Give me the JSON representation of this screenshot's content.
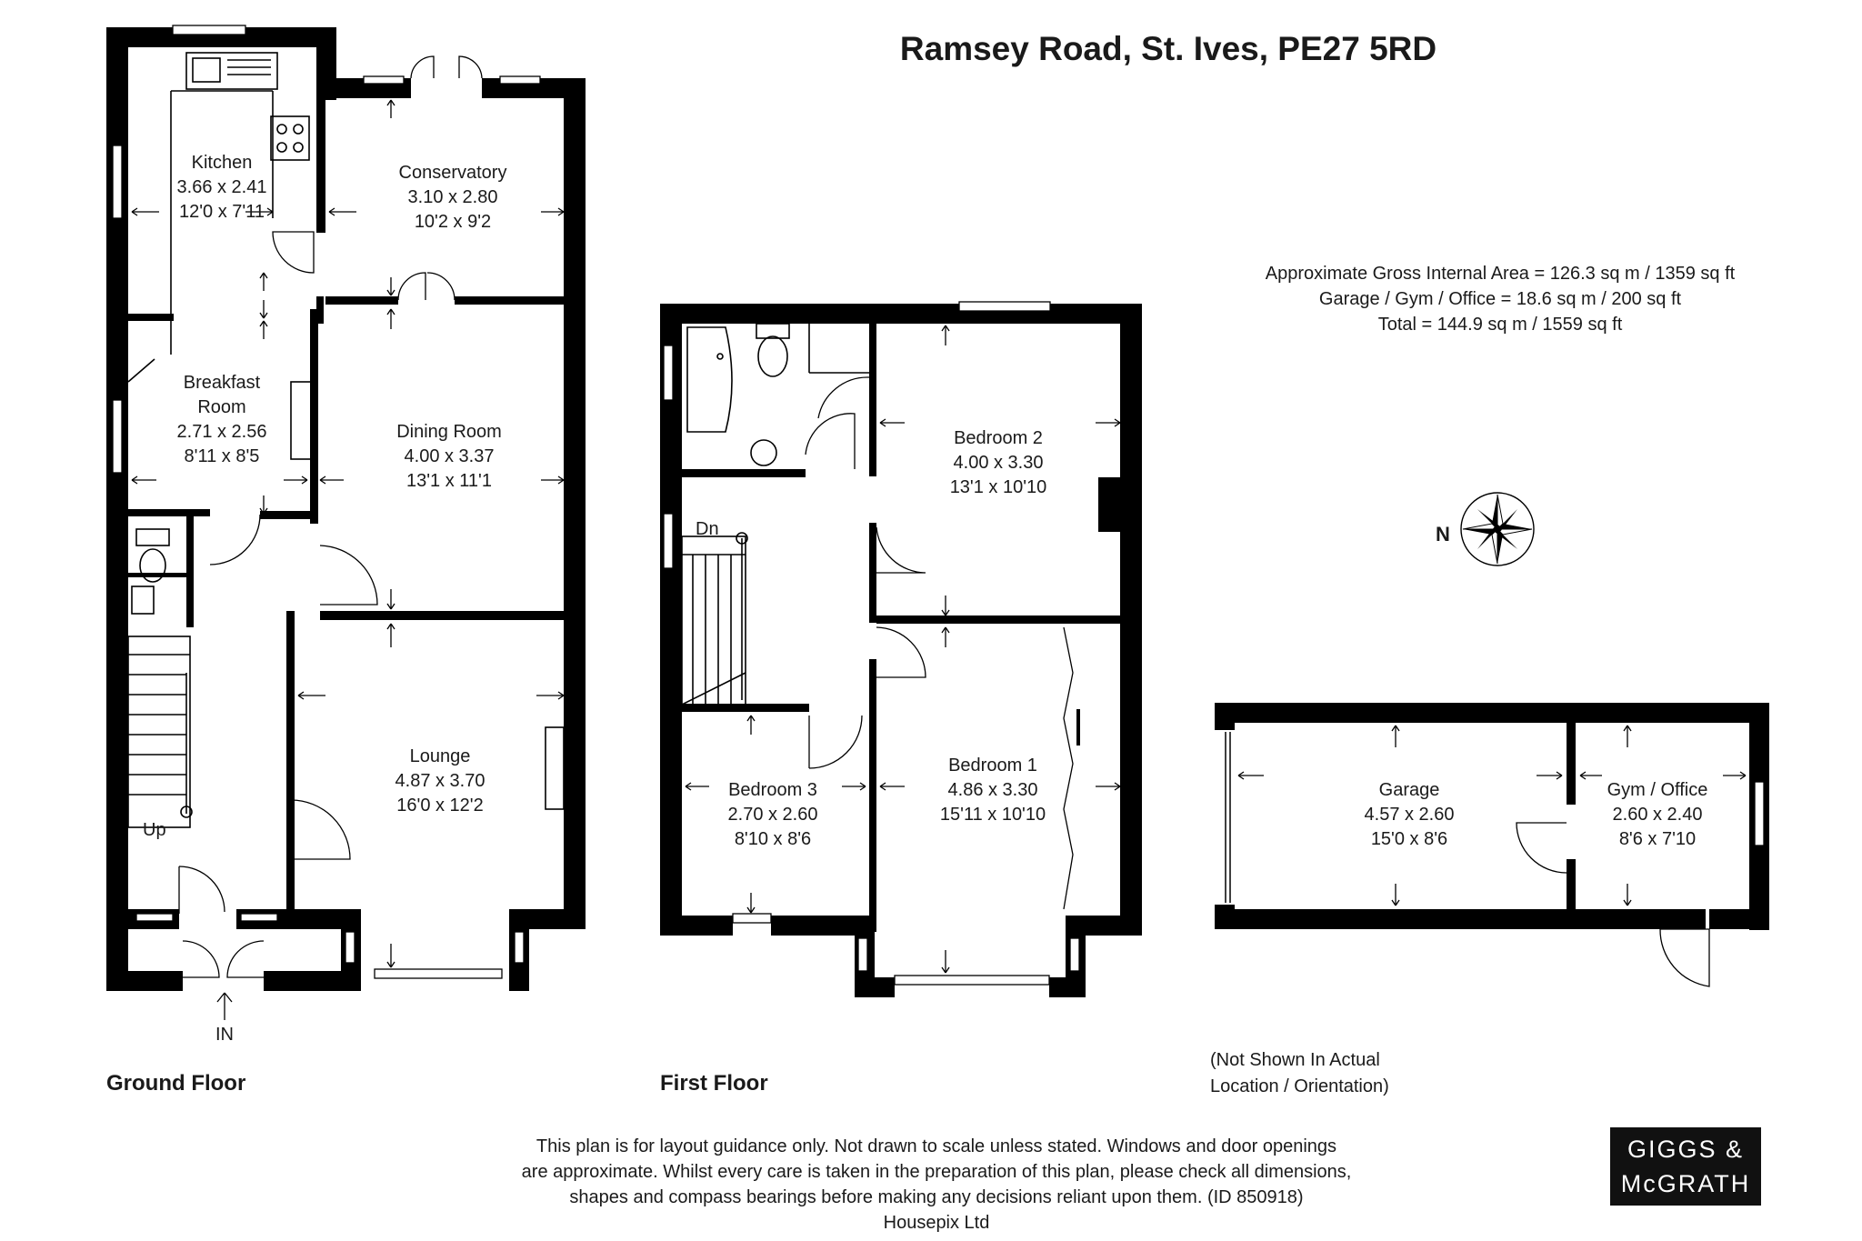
{
  "title": "Ramsey Road, St. Ives, PE27 5RD",
  "areas": [
    "Approximate Gross Internal Area = 126.3 sq m / 1359 sq ft",
    "Garage / Gym / Office  = 18.6 sq m / 200 sq ft",
    "Total = 144.9 sq m / 1559 sq ft"
  ],
  "compass_label": "N",
  "ground_floor": {
    "label": "Ground Floor",
    "entrance": "IN",
    "stairs": "Up",
    "rooms": {
      "kitchen": [
        "Kitchen",
        "3.66 x 2.41",
        "12'0 x 7'11"
      ],
      "conservatory": [
        "Conservatory",
        "3.10 x 2.80",
        "10'2 x 9'2"
      ],
      "breakfast": [
        "Breakfast",
        "Room",
        "2.71 x 2.56",
        "8'11 x 8'5"
      ],
      "dining": [
        "Dining Room",
        "4.00 x 3.37",
        "13'1 x 11'1"
      ],
      "lounge": [
        "Lounge",
        "4.87 x 3.70",
        "16'0 x 12'2"
      ]
    }
  },
  "first_floor": {
    "label": "First Floor",
    "stairs": "Dn",
    "rooms": {
      "bedroom2": [
        "Bedroom 2",
        "4.00 x 3.30",
        "13'1 x 10'10"
      ],
      "bedroom1": [
        "Bedroom 1",
        "4.86 x 3.30",
        "15'11 x 10'10"
      ],
      "bedroom3": [
        "Bedroom 3",
        "2.70 x 2.60",
        "8'10 x 8'6"
      ]
    }
  },
  "outbuilding": {
    "rooms": {
      "garage": [
        "Garage",
        "4.57 x 2.60",
        "15'0 x 8'6"
      ],
      "gym": [
        "Gym / Office",
        "2.60 x 2.40",
        "8'6 x 7'10"
      ]
    },
    "note": [
      "(Not Shown In Actual",
      "Location / Orientation)"
    ]
  },
  "disclaimer": [
    "This plan is for layout guidance only. Not drawn to scale unless stated. Windows and door openings",
    "are approximate. Whilst every care is taken in the preparation of this plan, please check all dimensions,",
    "shapes and compass bearings before making any decisions reliant upon them. (ID 850918)",
    "Housepix Ltd"
  ],
  "logo": [
    "GIGGS &",
    "McGRATH"
  ]
}
